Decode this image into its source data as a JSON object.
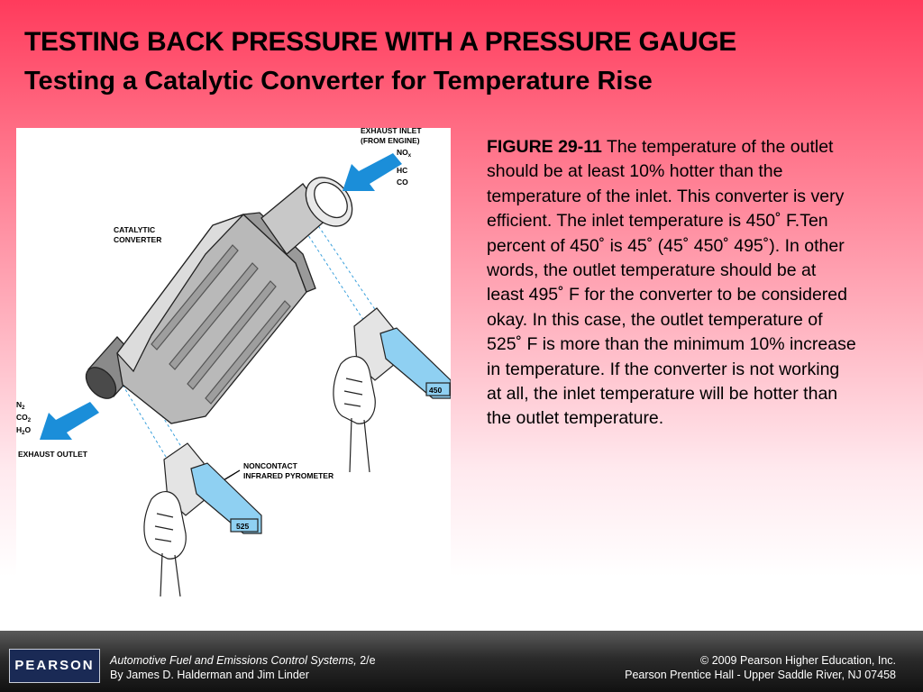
{
  "header": {
    "title": "TESTING BACK PRESSURE WITH A PRESSURE GAUGE",
    "subtitle": "Testing a Catalytic Converter for Temperature Rise"
  },
  "figure": {
    "labels": {
      "exhaust_inlet_1": "EXHAUST INLET",
      "exhaust_inlet_2": "(FROM ENGINE)",
      "nox_main": "NO",
      "nox_sub": "x",
      "hc": "HC",
      "co": "CO",
      "cat_1": "CATALYTIC",
      "cat_2": "CONVERTER",
      "n2_main": "N",
      "n2_sub": "2",
      "co2_main": "CO",
      "co2_sub": "2",
      "h2o_main": "H",
      "h2o_sub": "2",
      "h2o_end": "O",
      "exhaust_outlet": "EXHAUST OUTLET",
      "pyro_1": "NONCONTACT",
      "pyro_2": "INFRARED PYROMETER",
      "inlet_reading": "450",
      "outlet_reading": "525"
    },
    "icons": [
      "arrow-inlet-icon",
      "arrow-outlet-icon",
      "pointer-arrow-icon"
    ],
    "colors": {
      "arrow": "#1b8ed9",
      "display": "#8fd0f2"
    }
  },
  "caption": {
    "figure_label": "FIGURE 29-11",
    "text": "The temperature of the outlet should be at least 10% hotter than the temperature of the inlet. This converter is very efficient. The inlet temperature is 450˚ F.Ten percent of 450˚ is 45˚ (45˚ 450˚ 495˚). In other words, the outlet temperature should be at least 495˚ F for the converter to be considered okay. In this case, the outlet temperature of 525˚ F is more than the minimum 10% increase in temperature. If the converter is not working at all, the inlet temperature will be hotter than the outlet temperature."
  },
  "footer": {
    "logo": "PEARSON",
    "book_title": "Automotive Fuel and Emissions Control Systems,",
    "edition": " 2/e",
    "authors": "By James D. Halderman and Jim Linder",
    "copyright": "© 2009 Pearson Higher Education, Inc.",
    "publisher": "Pearson Prentice Hall - Upper Saddle River, NJ 07458"
  }
}
